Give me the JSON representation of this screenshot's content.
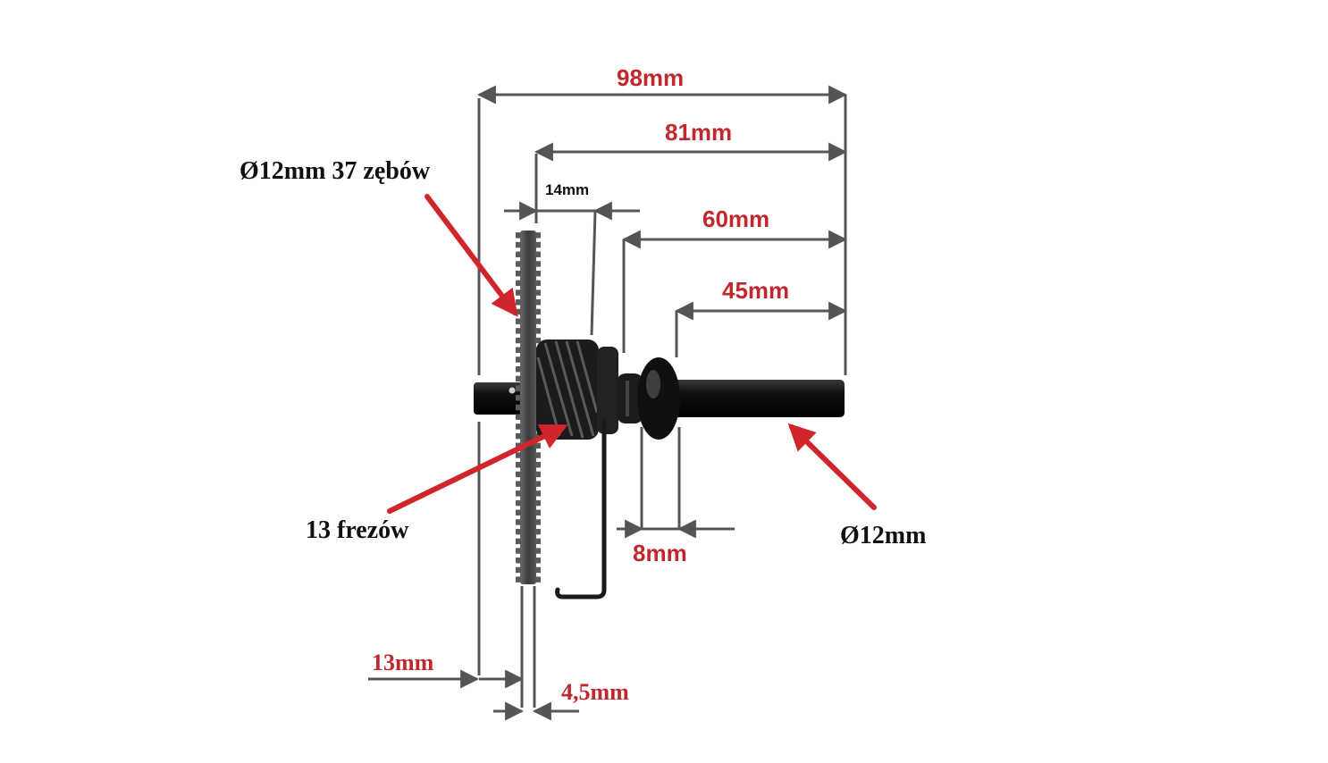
{
  "dimensions": {
    "d98": "98mm",
    "d81": "81mm",
    "d14": "14mm",
    "d60": "60mm",
    "d45": "45mm",
    "d8": "8mm",
    "d13": "13mm",
    "d45b": "4,5mm"
  },
  "callouts": {
    "gear": "Ø12mm 37 zębów",
    "splines": "13 frezów",
    "shaft": "Ø12mm"
  },
  "colors": {
    "dimension_text": "#c0282d",
    "arrow": "#d0252b",
    "dimension_line": "#555555",
    "part": "#1a1a1a"
  }
}
